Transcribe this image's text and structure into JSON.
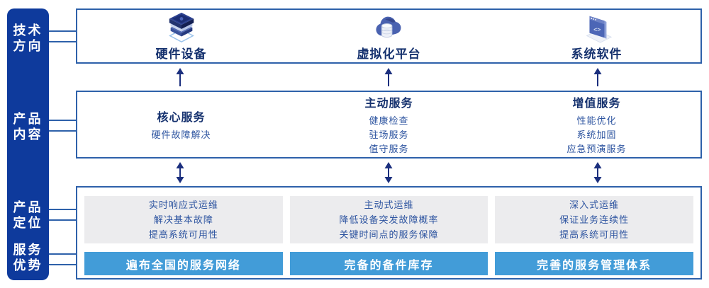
{
  "colors": {
    "sidebar_bg": "#0e3a9c",
    "frame_border": "#2e61aa",
    "arrow": "#1b2f7e",
    "heading_text": "#15316e",
    "body_text": "#2d54a0",
    "panel_gray": "#ececee",
    "advantage_bar_bg": "#429cd8",
    "advantage_bar_text": "#ffffff"
  },
  "sidebar": {
    "labels": [
      "技术方向",
      "产品内容",
      "产品定位",
      "服务优势"
    ]
  },
  "tech_direction_row": {
    "items": [
      {
        "label": "硬件设备",
        "icon": "server-stack-icon"
      },
      {
        "label": "虚拟化平台",
        "icon": "cloud-database-icon"
      },
      {
        "label": "系统软件",
        "icon": "system-software-icon"
      }
    ]
  },
  "product_content_row": {
    "columns": [
      {
        "title": "核心服务",
        "items": [
          "硬件故障解决"
        ]
      },
      {
        "title": "主动服务",
        "items": [
          "健康检查",
          "驻场服务",
          "值守服务"
        ]
      },
      {
        "title": "增值服务",
        "items": [
          "性能优化",
          "系统加固",
          "应急预演服务"
        ]
      }
    ]
  },
  "product_positioning_row": {
    "columns": [
      {
        "lines": [
          "实时响应式运维",
          "解决基本故障",
          "提高系统可用性"
        ],
        "advantage": "遍布全国的服务网络"
      },
      {
        "lines": [
          "主动式运维",
          "降低设备突发故障概率",
          "关键时间点的服务保障"
        ],
        "advantage": "完备的备件库存"
      },
      {
        "lines": [
          "深入式运维",
          "保证业务连续性",
          "提高系统可用性"
        ],
        "advantage": "完善的服务管理体系"
      }
    ]
  }
}
